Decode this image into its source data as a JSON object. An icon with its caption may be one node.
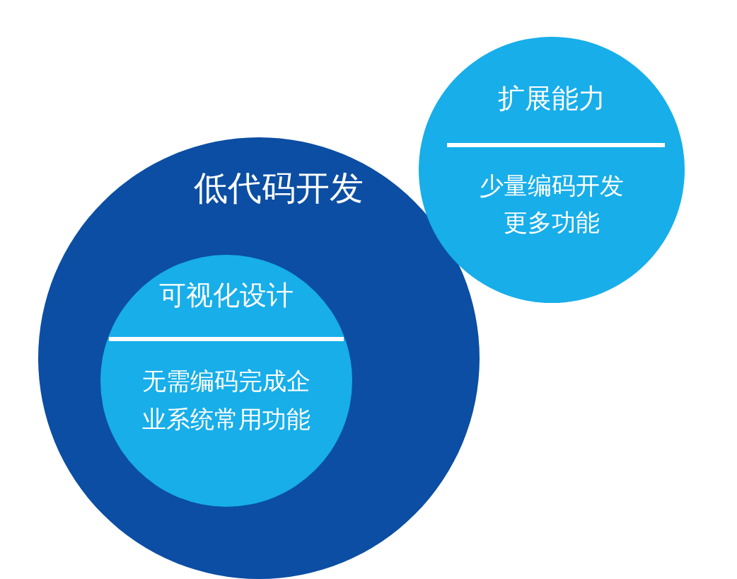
{
  "diagram": {
    "nodes": [
      {
        "text": [
          "低代码开发"
        ]
      },
      {
        "text": [
          "可视化设计",
          "无需编码完成企业系统常用功能"
        ],
        "in": 0
      },
      {
        "text": [
          "扩展能力",
          "少量编码开发更多功能"
        ]
      }
    ]
  }
}
